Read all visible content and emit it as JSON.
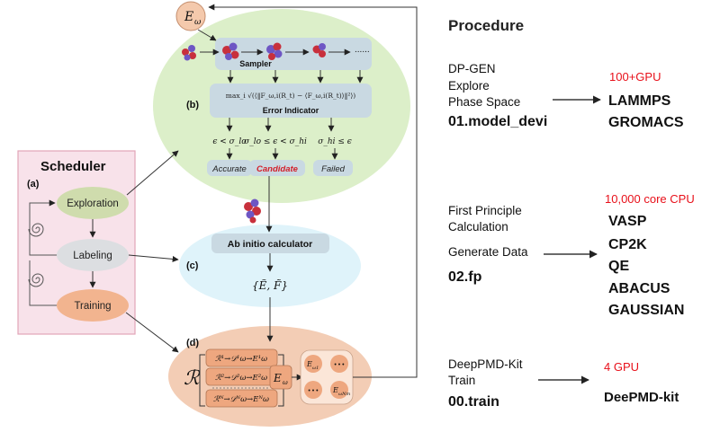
{
  "diagram": {
    "scheduler": {
      "title": "Scheduler",
      "tag": "(a)",
      "nodes": [
        "Exploration",
        "Labeling",
        "Training"
      ]
    },
    "explore_panel": {
      "tag": "(b)",
      "e_omega": "E",
      "e_omega_sub": "ω",
      "dots": "......",
      "sampler": "Sampler",
      "formula": "max_i √(⟨‖F_ω,i(R_t) − ⟨F_ω,i(R_t)⟩‖²⟩)",
      "error_indicator": "Error Indicator",
      "criteria": [
        "ϵ < σ_lo",
        "σ_lo ≤ ϵ < σ_hi",
        "σ_hi ≤ ϵ"
      ],
      "outcomes": [
        "Accurate",
        "Candidate",
        "Failed"
      ]
    },
    "label_panel": {
      "tag": "(c)",
      "title": "Ab initio calculator",
      "output": "{Ẽ, F̃}"
    },
    "train_panel": {
      "tag": "(d)",
      "script_r": "ℛ",
      "rows": [
        "ℛ¹→𝒟¹ω→E¹ω",
        "ℛ²→𝒟²ω→E²ω",
        "ℛᴺ→𝒟ᴺω→Eᴺω"
      ],
      "e_omega": "E",
      "e_omega_sub": "ω",
      "models": [
        "E",
        "• • •",
        "• • •",
        "E"
      ],
      "model_subs": [
        "ω1",
        "",
        "",
        "ωNm"
      ]
    },
    "procedure": {
      "heading": "Procedure",
      "steps": [
        {
          "lines": [
            "DP-GEN",
            "Explore",
            "Phase Space"
          ],
          "code": "01.model_devi",
          "resource": "100+GPU",
          "software": [
            "LAMMPS",
            "GROMACS"
          ]
        },
        {
          "lines": [
            "First Principle",
            "Calculation",
            "Generate Data"
          ],
          "code": "02.fp",
          "resource": "10,000 core CPU",
          "software": [
            "VASP",
            "CP2K",
            "QE",
            "ABACUS",
            "GAUSSIAN"
          ]
        },
        {
          "lines": [
            "DeepPMD-Kit",
            "Train"
          ],
          "code": "00.train",
          "resource": "4 GPU",
          "software": [
            "DeePMD-kit"
          ]
        }
      ]
    }
  },
  "colors": {
    "explore_bg": "#dcefc9",
    "label_bg": "#dff3fa",
    "train_bg": "#f3cdb5",
    "box_blue": "#c9d9e2",
    "scheduler_bg": "#f8e2ea",
    "red": "#e8101a",
    "candidate_red": "#d31f2a"
  }
}
